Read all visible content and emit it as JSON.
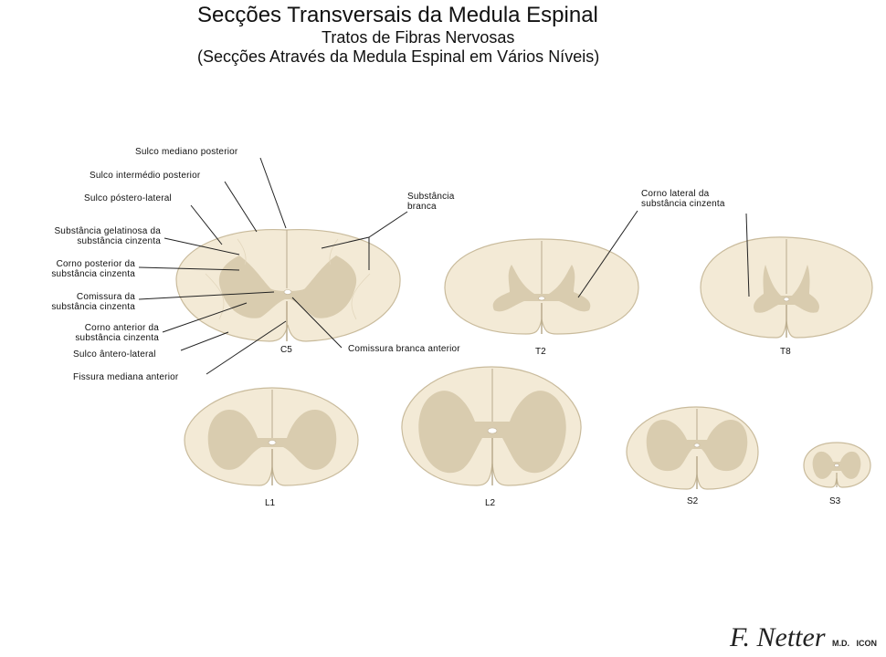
{
  "title": {
    "main": "Secções Transversais da Medula Espinal",
    "sub1": "Tratos de Fibras Nervosas",
    "sub2": "(Secções Através da Medula Espinal em Vários Níveis)"
  },
  "labels": {
    "sulco_mediano_posterior": "Sulco mediano posterior",
    "sulco_intermedio_posterior": "Sulco intermédio posterior",
    "sulco_postero_lateral": "Sulco póstero-lateral",
    "substancia_gelatinosa_1": "Substância gelatinosa da",
    "substancia_gelatinosa_2": "substância cinzenta",
    "corno_posterior_1": "Corno posterior da",
    "corno_posterior_2": "substância cinzenta",
    "comissura_1": "Comissura da",
    "comissura_2": "substância cinzenta",
    "corno_anterior_1": "Corno anterior da",
    "corno_anterior_2": "substância cinzenta",
    "sulco_antero_lateral": "Sulco ântero-lateral",
    "fissura_mediana_anterior": "Fissura mediana anterior",
    "substancia_branca_1": "Substância",
    "substancia_branca_2": "branca",
    "comissura_branca_anterior": "Comissura branca anterior",
    "corno_lateral_1": "Corno lateral da",
    "corno_lateral_2": "substância cinzenta"
  },
  "levels": [
    "C5",
    "T2",
    "T8",
    "L1",
    "L2",
    "S2",
    "S3"
  ],
  "colors": {
    "white_matter": "#f3ead6",
    "gray_matter": "#d9ccaf",
    "outline": "#c9bb9c",
    "leader": "#222222"
  },
  "signature": {
    "text": "F. Netter",
    "suffix": "M.D.",
    "logo": "ICON"
  }
}
